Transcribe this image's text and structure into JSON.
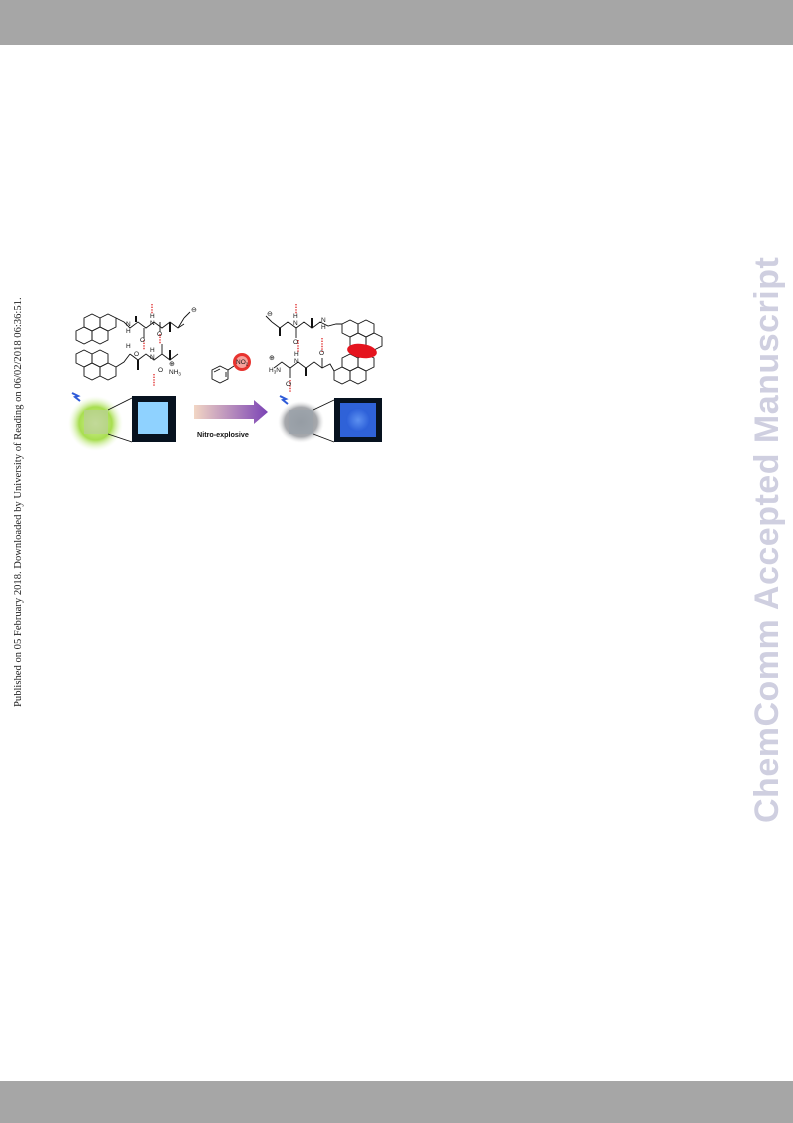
{
  "side_note": "Published on 05 February 2018. Downloaded by University of Reading on 06/02/2018 06:36:51.",
  "watermark": "ChemComm Accepted Manuscript",
  "figure": {
    "arrow_label": "Nitro-explosive",
    "nitro_group": "NO",
    "nitro_subscript": "2",
    "amine_label": "NH",
    "amine_subscript": "3",
    "amine_label_right": "H",
    "amine_label_right_tail": "N",
    "atom_N": "N",
    "atom_H": "H",
    "atom_O": "O",
    "charge_plus": "⊕",
    "charge_minus": "⊖"
  }
}
